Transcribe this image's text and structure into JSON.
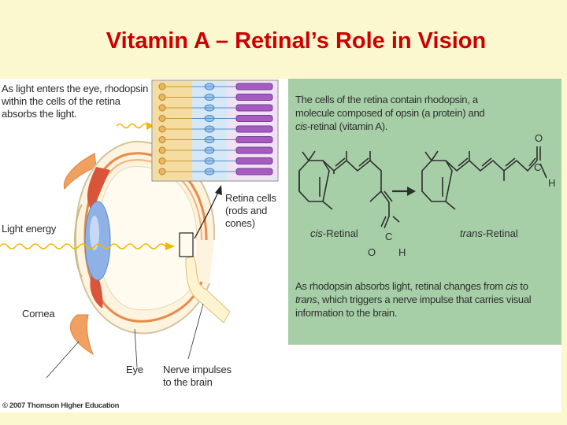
{
  "slide": {
    "title": "Vitamin A – Retinal’s Role in Vision",
    "background": "#fbf8cf",
    "title_color": "#cc0000"
  },
  "eye_figure": {
    "caption_rhodopsin": [
      "As light enters the eye, rhodopsin",
      "within the cells of the retina",
      "absorbs the light."
    ],
    "label_retina_cells": [
      "Retina cells",
      "(rods and",
      "cones)"
    ],
    "label_light_energy": "Light energy",
    "label_cornea": "Cornea",
    "label_eye": "Eye",
    "label_nerve": [
      "Nerve impulses",
      "to the brain"
    ],
    "copyright": "© 2007 Thomson Higher Education"
  },
  "chem_panel": {
    "background": "#a6cfa7",
    "top_text": {
      "line1": "The cells of the retina contain rhodopsin, a",
      "line2": "molecule composed of opsin (a protein) and",
      "line3_italic": "cis",
      "line3_rest": "-retinal (vitamin A)."
    },
    "cis_label_italic": "cis",
    "cis_label_rest": "-Retinal",
    "trans_label_italic": "trans",
    "trans_label_rest": "-Retinal",
    "bottom_text": {
      "l1a": "As rhodopsin absorbs light, retinal changes from ",
      "l1b_italic": "cis",
      "l1c": " to",
      "l2a_italic": "trans",
      "l2b": ", which triggers a nerve impulse that carries visual",
      "l3": "information to the brain."
    },
    "atoms": {
      "oxygen": "O",
      "carbon": "C",
      "hydrogen": "H"
    }
  }
}
